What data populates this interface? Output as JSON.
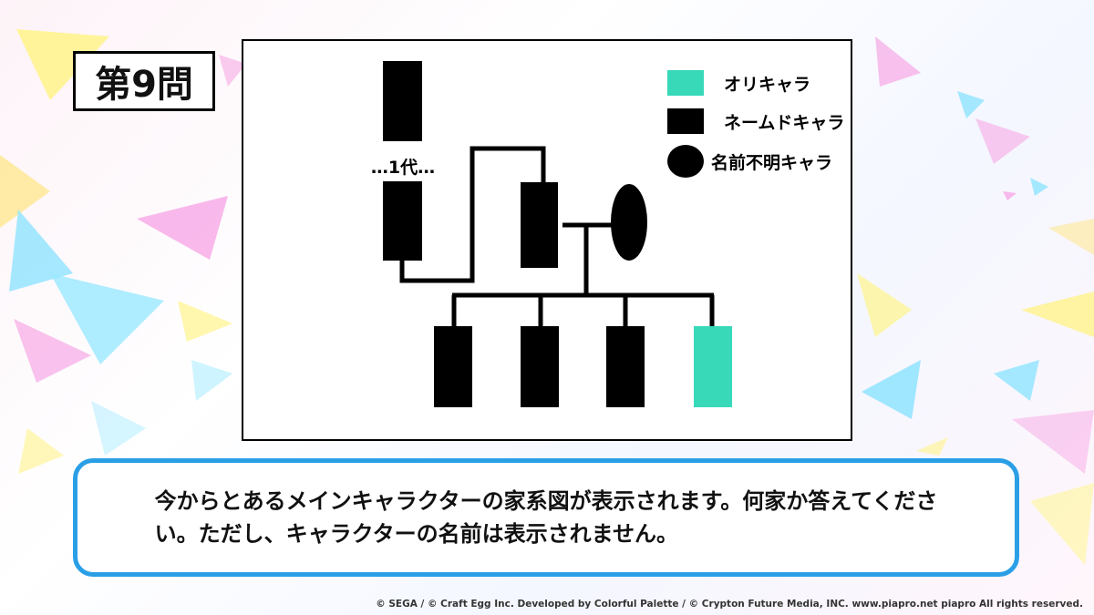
{
  "question": {
    "label": "第9問"
  },
  "diagram": {
    "generation_label": "…1代…",
    "colors": {
      "original": "#37d9b9",
      "named": "#000000",
      "unknown": "#000000"
    },
    "legend": [
      {
        "symbol": "square-teal",
        "label": "オリキャラ"
      },
      {
        "symbol": "square-black",
        "label": "ネームドキャラ"
      },
      {
        "symbol": "ellipse-black",
        "label": "名前不明キャラ"
      }
    ]
  },
  "caption": {
    "line1": "今からとあるメインキャラクターの家系図が表示されます。何家か答えてくださ",
    "line2": "い。ただし、キャラクターの名前は表示されません。"
  },
  "copyright": "© SEGA / © Craft Egg Inc. Developed by Colorful Palette / © Crypton Future Media, INC. www.piapro.net piapro All rights reserved."
}
